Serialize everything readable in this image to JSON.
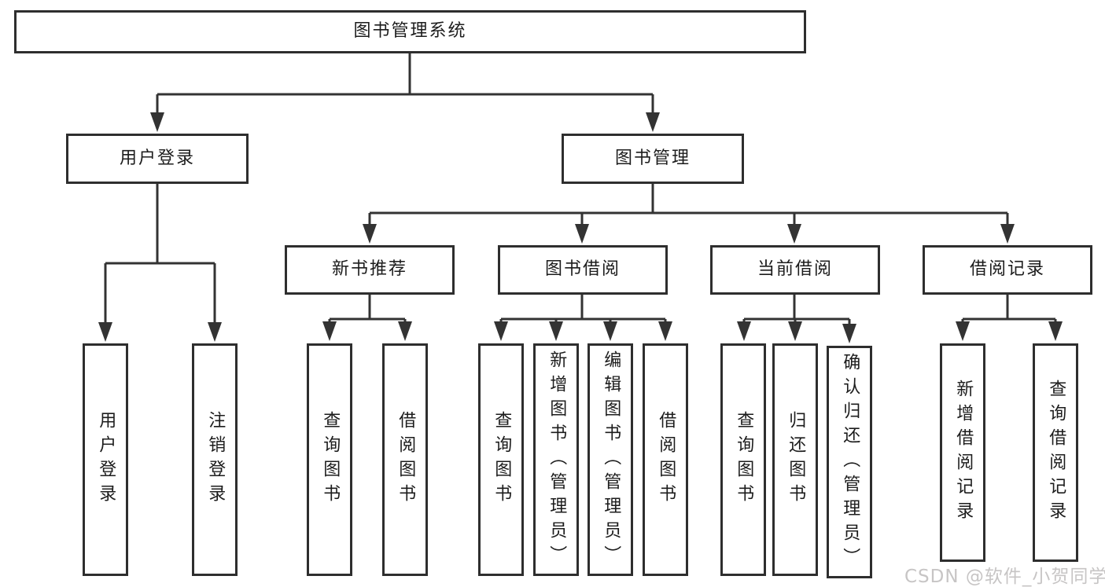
{
  "tree": {
    "root": {
      "label": "图书管理系统",
      "children": [
        {
          "label": "用户登录",
          "children": [
            {
              "label": "用户登录"
            },
            {
              "label": "注销登录"
            }
          ]
        },
        {
          "label": "图书管理",
          "children": [
            {
              "label": "新书推荐",
              "children": [
                {
                  "label": "查询图书"
                },
                {
                  "label": "借阅图书"
                }
              ]
            },
            {
              "label": "图书借阅",
              "children": [
                {
                  "label": "查询图书"
                },
                {
                  "label": "新增图书（管理员）"
                },
                {
                  "label": "编辑图书（管理员）"
                },
                {
                  "label": "借阅图书"
                }
              ]
            },
            {
              "label": "当前借阅",
              "children": [
                {
                  "label": "查询图书"
                },
                {
                  "label": "归还图书"
                },
                {
                  "label": "确认归还（管理员）"
                }
              ]
            },
            {
              "label": "借阅记录",
              "children": [
                {
                  "label": "新增借阅记录"
                },
                {
                  "label": "查询借阅记录"
                }
              ]
            }
          ]
        }
      ]
    }
  },
  "colors": {
    "line": "#333333",
    "border": "#2e2e2e",
    "text": "#1c1c1c",
    "watermark": "#c7c5c5"
  },
  "watermark": {
    "text": "CSDN @软件_小贺同学"
  }
}
